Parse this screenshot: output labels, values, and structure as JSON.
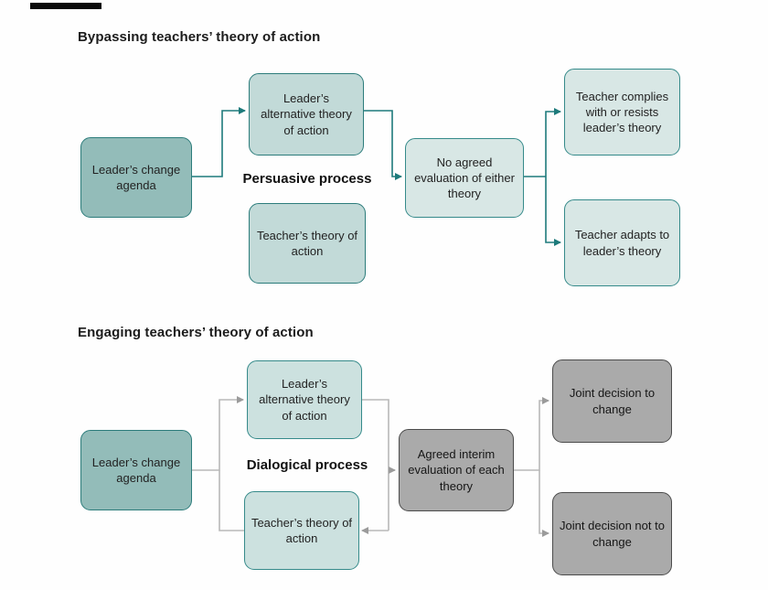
{
  "colors": {
    "background": "#fefefe",
    "node_teal_dark": "#93bcb9",
    "node_teal_mid": "#c2dad8",
    "node_teal_light": "#d8e7e5",
    "node_gray": "#aaaaaa",
    "border_teal": "#2c7c7b",
    "border_gray": "#4b4b4b",
    "arrow_teal": "#1d7a7b",
    "arrow_gray": "#9b9b9b"
  },
  "diagrams": [
    {
      "title": "Bypassing teachers’ theory of action",
      "process_label": "Persuasive process",
      "nodes": {
        "change_agenda": "Leader’s change agenda",
        "alt_theory": "Leader’s alternative theory of action",
        "teacher_theory": "Teacher’s theory of action",
        "evaluation": "No agreed evaluation of either theory",
        "outcome_top": "Teacher complies with or resists leader’s theory",
        "outcome_bottom": "Teacher adapts to leader’s theory"
      }
    },
    {
      "title": "Engaging teachers’ theory of action",
      "process_label": "Dialogical process",
      "nodes": {
        "change_agenda": "Leader’s change agenda",
        "alt_theory": "Leader’s alternative theory of action",
        "teacher_theory": "Teacher’s theory of action",
        "evaluation": "Agreed interim evaluation of each theory",
        "outcome_top": "Joint decision to change",
        "outcome_bottom": "Joint decision not to change"
      }
    }
  ]
}
